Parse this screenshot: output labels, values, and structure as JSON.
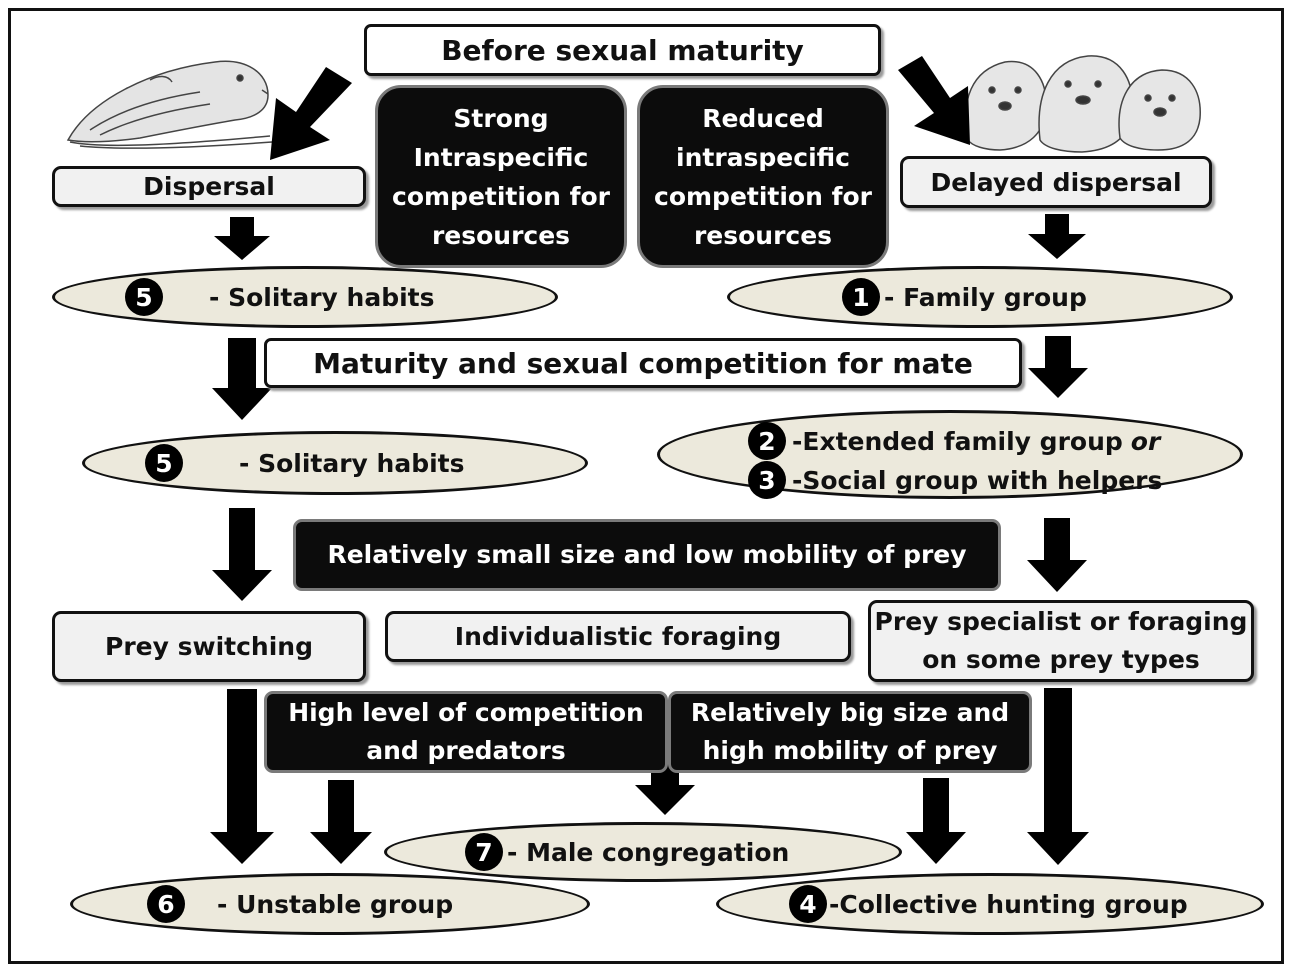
{
  "top": {
    "title": "Before sexual maturity"
  },
  "dark_boxes": {
    "strong": "Strong Intraspecific competition for resources",
    "reduced": "Reduced intraspecific competition for resources",
    "small_prey": "Relatively small size and low mobility of prey",
    "high_comp": "High level of competition and predators",
    "big_prey": "Relatively big size and high mobility of prey"
  },
  "boxes": {
    "dispersal": "Dispersal",
    "delayed": "Delayed dispersal",
    "maturity": "Maturity and sexual competition for mate",
    "prey_switching": "Prey switching",
    "individualistic": "Individualistic foraging",
    "specialist": "Prey specialist or foraging on some prey types"
  },
  "ellipses": {
    "solitary_1": {
      "num": "5",
      "label": "- Solitary habits"
    },
    "family": {
      "num": "1",
      "label": "- Family group"
    },
    "solitary_2": {
      "num": "5",
      "label": "- Solitary habits"
    },
    "extended": {
      "num": "2",
      "label": "-Extended family group",
      "label_or": "or"
    },
    "social": {
      "num": "3",
      "label": "-Social group with helpers"
    },
    "male": {
      "num": "7",
      "label": "- Male congregation"
    },
    "unstable": {
      "num": "6",
      "label": "- Unstable group"
    },
    "collective": {
      "num": "4",
      "label": "-Collective hunting group"
    }
  },
  "icons": [
    "solitary-otter-icon",
    "otter-family-icon",
    "arrow-down-icon"
  ],
  "colors": {
    "ellipse_fill": "#ece9dc",
    "dark_box": "#0c0c0c",
    "light_box": "#f1f1f1",
    "outline": "#111111"
  }
}
